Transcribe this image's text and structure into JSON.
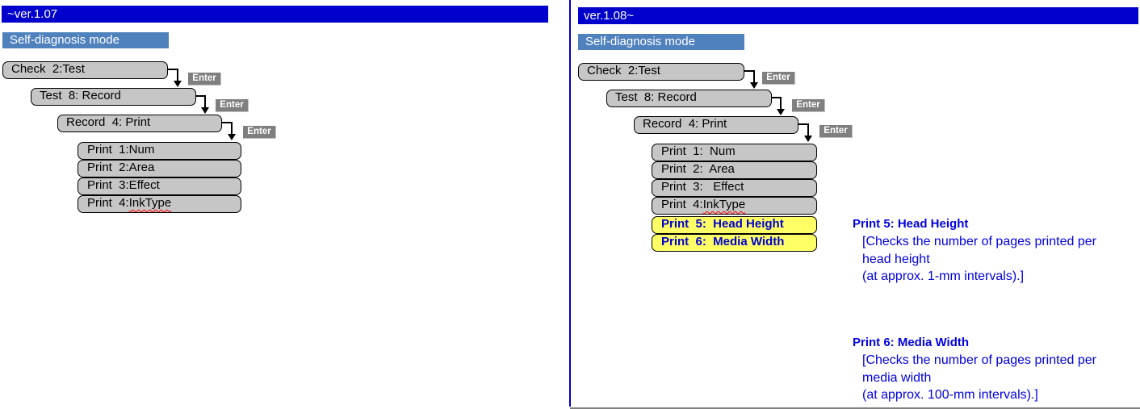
{
  "left_panel": {
    "version_label": "~ver.1.07",
    "mode_label": "Self-diagnosis mode",
    "enter_label": "Enter",
    "flow": [
      {
        "label": "Check  2:Test"
      },
      {
        "label": "Test  8: Record"
      },
      {
        "label": "Record  4: Print"
      }
    ],
    "print_items": [
      {
        "text": "Print  1:Num"
      },
      {
        "text": "Print  2:Area"
      },
      {
        "text": "Print  3:Effect"
      },
      {
        "text": "Print  4:",
        "misspelled": "InkType"
      }
    ]
  },
  "right_panel": {
    "version_label": "ver.1.08~",
    "mode_label": "Self-diagnosis mode",
    "enter_label": "Enter",
    "flow": [
      {
        "label": "Check  2:Test"
      },
      {
        "label": "Test  8: Record"
      },
      {
        "label": "Record  4: Print"
      }
    ],
    "print_items": [
      {
        "text": "Print  1:  Num"
      },
      {
        "text": "Print  2:  Area"
      },
      {
        "text": "Print  3:   Effect"
      },
      {
        "text": "Print  4:",
        "misspelled": "InkType"
      },
      {
        "text": "Print  5:  Head Height",
        "highlighted": true
      },
      {
        "text": "Print  6:  Media Width",
        "highlighted": true
      }
    ],
    "annotations": [
      {
        "title": "Print 5: Head Height",
        "lines": [
          "[Checks the number of pages printed per",
          "head height",
          "(at approx. 1-mm intervals).]"
        ]
      },
      {
        "title": "Print 6: Media Width",
        "lines": [
          "[Checks the number of pages printed per",
          "media width",
          "(at approx. 100-mm intervals).]"
        ]
      }
    ]
  },
  "colors": {
    "header_blue": "#0000CC",
    "mode_box_blue": "#4F81BD",
    "menu_box_gray": "#C6C6C6",
    "enter_key_gray": "#7F7F7F",
    "highlight_yellow": "#FFFF66",
    "highlight_text_blue": "#0000CC",
    "annotation_blue": "#0000E0",
    "spellcheck_red": "#FF0000"
  }
}
